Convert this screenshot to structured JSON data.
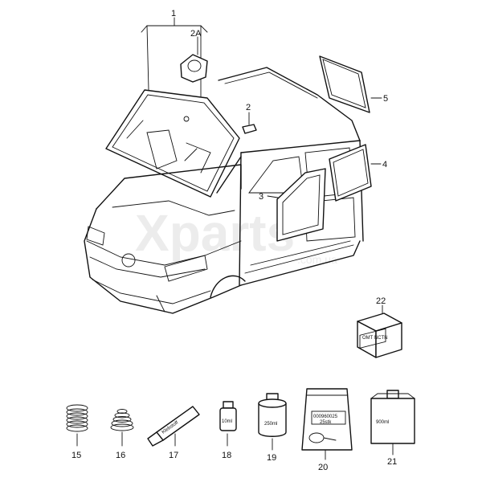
{
  "watermark": {
    "main": "Xparts",
    "sub": ".com.ua"
  },
  "callouts": [
    {
      "id": "1",
      "label": "1"
    },
    {
      "id": "2A",
      "label": "2A"
    },
    {
      "id": "2",
      "label": "2"
    },
    {
      "id": "3",
      "label": "3"
    },
    {
      "id": "4",
      "label": "4"
    },
    {
      "id": "5",
      "label": "5"
    },
    {
      "id": "22",
      "label": "22"
    },
    {
      "id": "15",
      "label": "15"
    },
    {
      "id": "16",
      "label": "16"
    },
    {
      "id": "17",
      "label": "17"
    },
    {
      "id": "18",
      "label": "18"
    },
    {
      "id": "19",
      "label": "19"
    },
    {
      "id": "20",
      "label": "20"
    },
    {
      "id": "21",
      "label": "21"
    }
  ],
  "product_texts": {
    "tube": "Klebstoff",
    "bottle_10": "10ml",
    "can_250": "250ml",
    "bag_code": "000960025",
    "bag_qty": "25stk",
    "jug_900": "900ml",
    "box": "OMT NCTN"
  }
}
